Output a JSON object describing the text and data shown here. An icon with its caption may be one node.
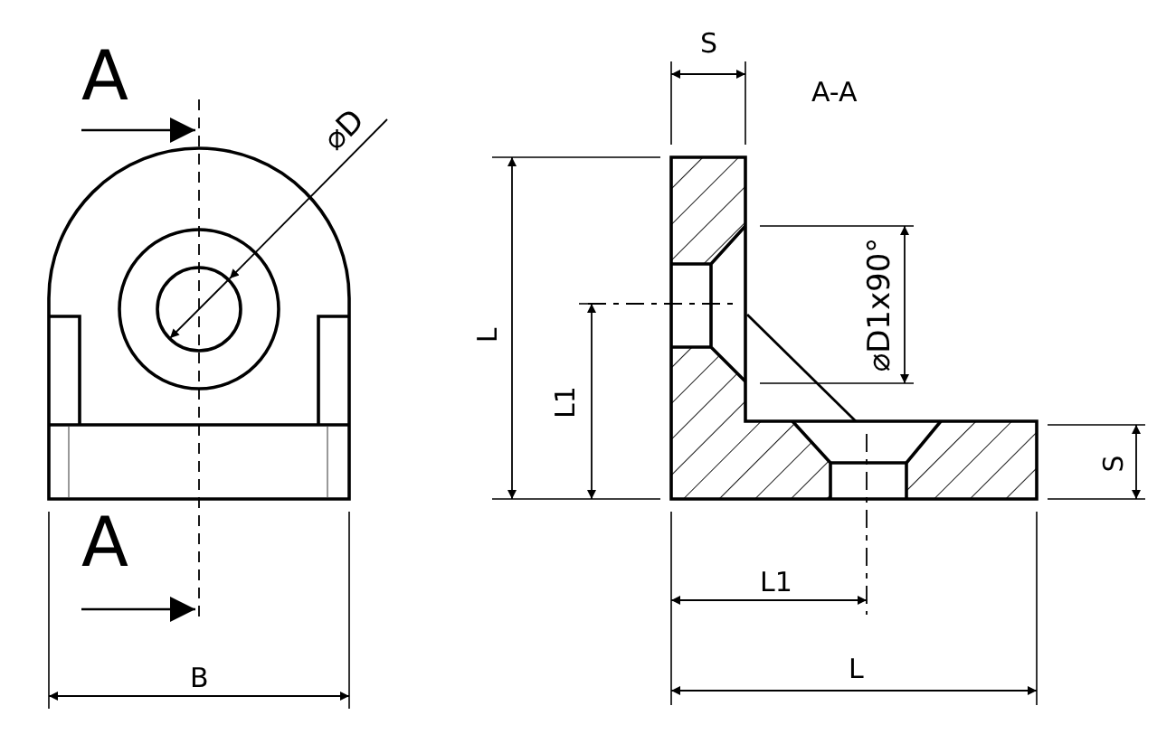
{
  "diagram": {
    "labels": [
      "A",
      "⌀D",
      "S",
      "A-A",
      "L",
      "L1",
      "⌀D1x90°",
      "S",
      "A",
      "L1",
      "B",
      "L"
    ]
  }
}
